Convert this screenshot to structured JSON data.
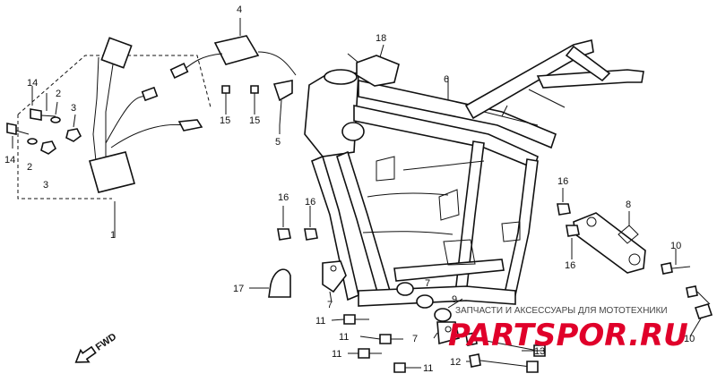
{
  "callouts": [
    "1",
    "2",
    "2",
    "3",
    "3",
    "4",
    "5",
    "6",
    "7",
    "7",
    "7",
    "8",
    "9",
    "10",
    "10",
    "11",
    "11",
    "11",
    "11",
    "12",
    "13",
    "14",
    "14",
    "15",
    "15",
    "16",
    "16",
    "16",
    "16",
    "17",
    "18"
  ],
  "fwd_label": "FWD",
  "watermark": {
    "text": "ЗАПЧАСТИ И АКСЕССУАРЫ ДЛЯ МОТОТЕХНИКИ",
    "logo_text": "PARTSPOR.RU",
    "logo_color": "#e0002a"
  }
}
